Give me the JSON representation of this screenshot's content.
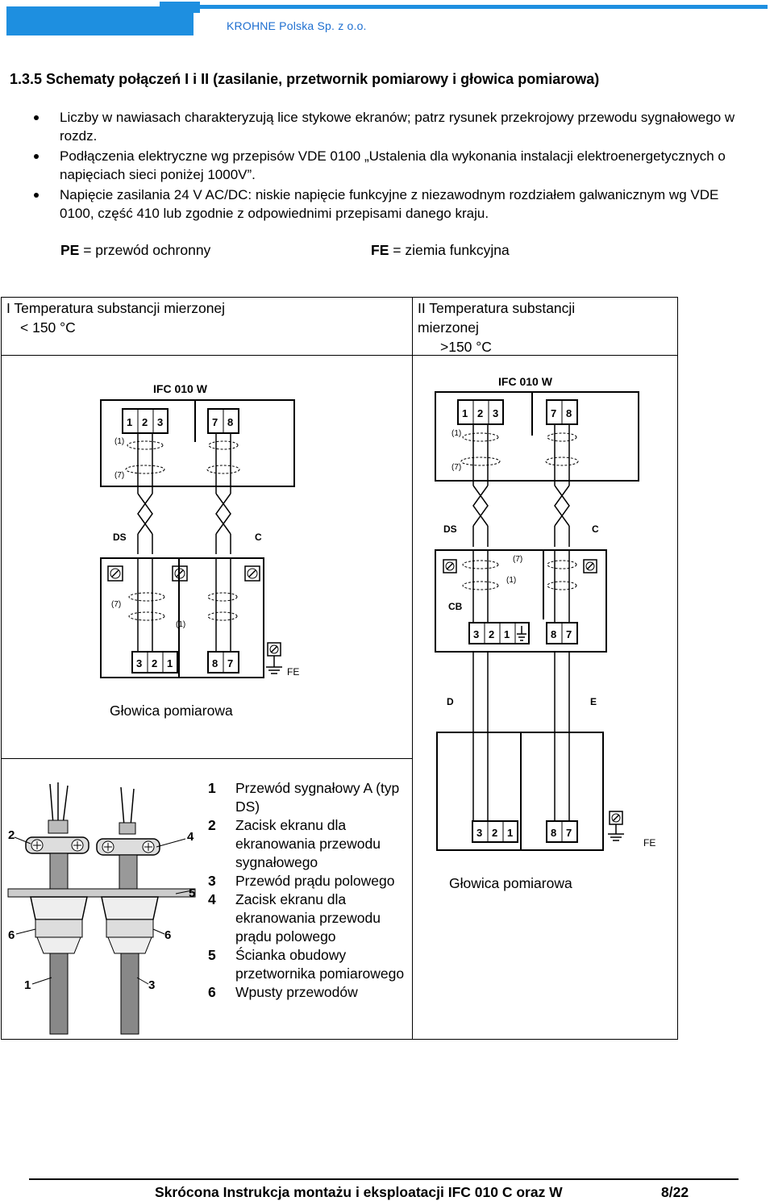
{
  "header": {
    "company": "KROHNE Polska Sp. z  o.o.",
    "brand_color": "#1e8fe0"
  },
  "section": {
    "title": "1.3.5 Schematy połączeń I i II (zasilanie, przetwornik pomiarowy i głowica pomiarowa)"
  },
  "bullets": [
    "Liczby w nawiasach charakteryzują lice stykowe ekranów; patrz rysunek przekrojowy przewodu sygnałowego w rozdz.",
    "Podłączenia elektryczne wg przepisów VDE 0100 „Ustalenia dla wykonania instalacji elektroenergetycznych o napięciach sieci poniżej 1000V”.",
    "Napięcie zasilania 24 V AC/DC: niskie napięcie funkcyjne z niezawodnym rozdziałem galwanicznym wg VDE 0100, część 410 lub zgodnie z odpowiednimi przepisami danego kraju."
  ],
  "legend": {
    "pe_abbr": "PE",
    "pe_text": " = przewód ochronny",
    "fe_abbr": "FE",
    "fe_text": " = ziemia funkcyjna"
  },
  "table": {
    "col1_heading_l1": "I Temperatura substancji mierzonej",
    "col1_heading_l2": "< 150 °C",
    "col2_heading_l1": "II Temperatura substancji",
    "col2_heading_l2": "mierzonej",
    "col2_heading_l3": ">150 °C"
  },
  "diagram_left": {
    "device": "IFC 010 W",
    "terminals_top": [
      "1",
      "2",
      "3",
      "7",
      "8"
    ],
    "label_1": "(1)",
    "label_7": "(7)",
    "label_ds": "DS",
    "label_c": "C",
    "terminals_bottom": [
      "3",
      "2",
      "1",
      "8",
      "7"
    ],
    "label_fe": "FE",
    "caption": "Głowica pomiarowa"
  },
  "diagram_right": {
    "device": "IFC 010 W",
    "terminals_top": [
      "1",
      "2",
      "3",
      "7",
      "8"
    ],
    "label_1": "(1)",
    "label_7": "(7)",
    "label_ds": "DS",
    "label_c": "C",
    "label_cb": "CB",
    "terminals_cb": [
      "3",
      "2",
      "1",
      "8",
      "7"
    ],
    "label_d": "D",
    "label_e": "E",
    "terminals_bottom": [
      "3",
      "2",
      "1",
      "8",
      "7"
    ],
    "label_fe": "FE",
    "caption": "Głowica pomiarowa"
  },
  "gland_figure": {
    "callouts": [
      "2",
      "4",
      "5",
      "6",
      "6",
      "1",
      "3"
    ]
  },
  "parts": [
    {
      "num": "1",
      "text": "Przewód sygnałowy A (typ DS)"
    },
    {
      "num": "2",
      "text": "Zacisk ekranu dla ekranowania przewodu sygnałowego"
    },
    {
      "num": "3",
      "text": "Przewód prądu polowego"
    },
    {
      "num": "4",
      "text": "Zacisk ekranu dla ekranowania przewodu prądu polowego"
    },
    {
      "num": "5",
      "text": "Ścianka obudowy przetwornika pomiarowego"
    },
    {
      "num": "6",
      "text": "Wpusty przewodów"
    }
  ],
  "footer": {
    "document": "Skrócona Instrukcja montażu i eksploatacji IFC 010 C oraz W",
    "page": "8/22"
  }
}
